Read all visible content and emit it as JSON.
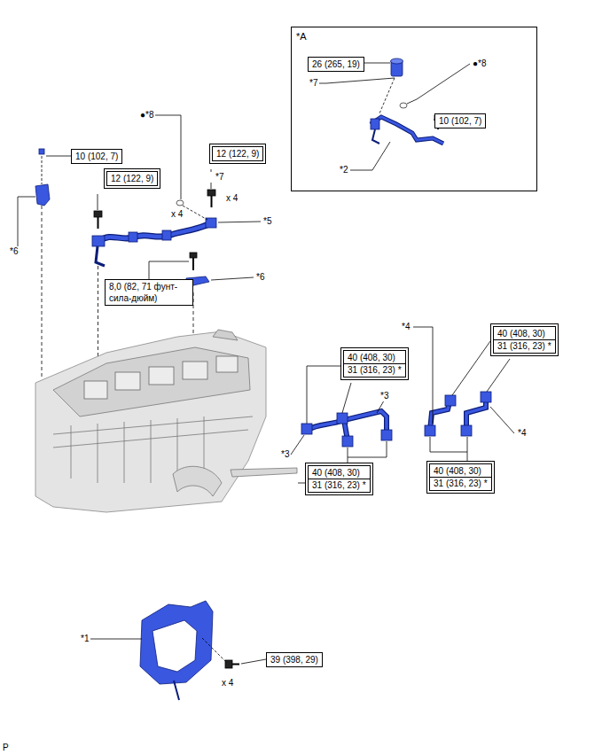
{
  "diagram": {
    "nodes": [
      {
        "text": [
          "*A"
        ]
      },
      {
        "text": [
          "26 (265, 19)"
        ],
        "in": 0
      },
      {
        "text": [
          "10 (102, 7)"
        ],
        "in": 0
      },
      {
        "text": [
          "10 (102, 7)"
        ]
      },
      {
        "text": [
          "12 (122, 9)"
        ]
      },
      {
        "text": [
          "12 (122, 9)"
        ]
      },
      {
        "text": [
          "8,0 (82, 71 фунт-сила-дюйм)"
        ]
      },
      {
        "text": [
          "40 (408, 30)",
          "31 (316, 23) *"
        ]
      },
      {
        "text": [
          "40 (408, 30)",
          "31 (316, 23) *"
        ]
      },
      {
        "text": [
          "40 (408, 30)",
          "31 (316, 23) *"
        ]
      },
      {
        "text": [
          "40 (408, 30)",
          "31 (316, 23) *"
        ]
      },
      {
        "text": [
          "39 (398, 29)"
        ]
      }
    ],
    "labels": [
      "*7",
      "●*8",
      "*2",
      "●*8",
      "*7",
      "x 4",
      "x 4",
      "*5",
      "*6",
      "*6",
      "*4",
      "*3",
      "*3",
      "*4",
      "*1",
      "x 4",
      "P"
    ]
  }
}
